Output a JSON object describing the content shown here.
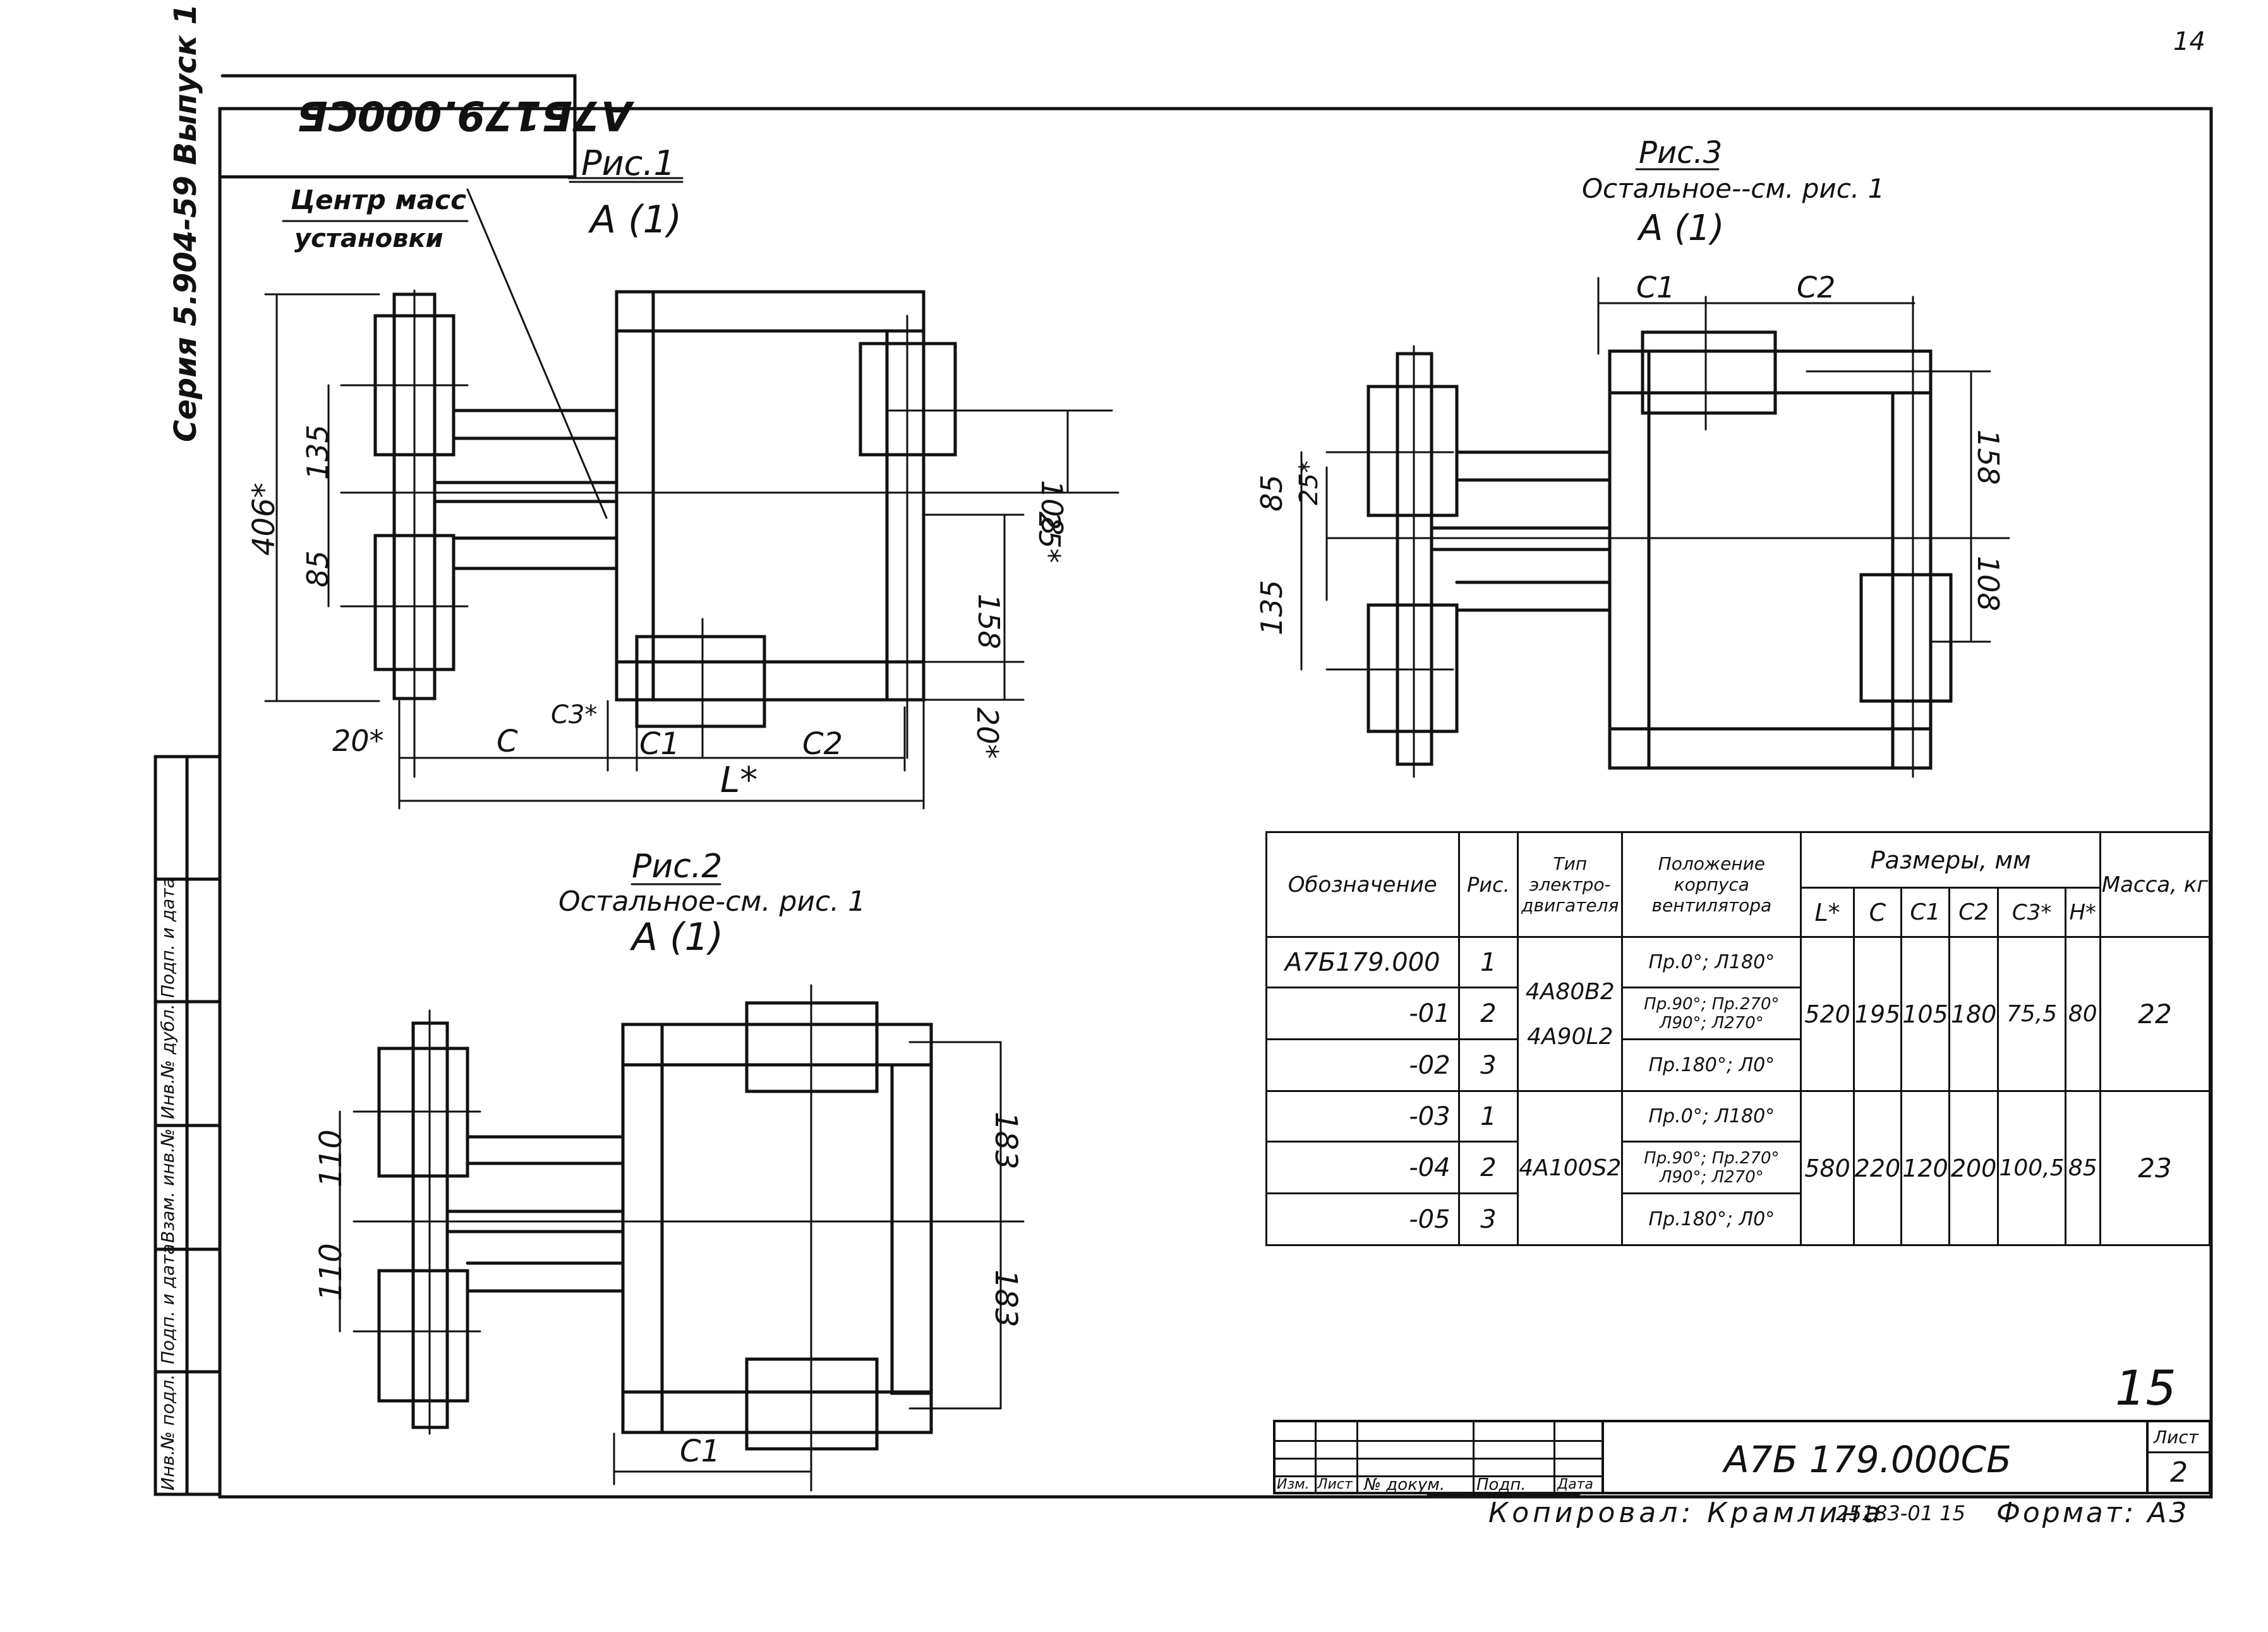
{
  "header": {
    "stamp_code": "А7Б179.000СБ",
    "series": "Серия 5.904-59 Выпуск 1",
    "corner_sheet_no": "14"
  },
  "fig1": {
    "title": "Рис.1",
    "view": "А (1)",
    "note_line1": "Центр масс",
    "note_line2": "установки",
    "dims": {
      "d406": "406*",
      "d135": "135",
      "d85": "85",
      "d108": "108",
      "d25": "25*",
      "d158": "158",
      "d20a": "20*",
      "d20b": "20*",
      "c": "C",
      "c3": "C3*",
      "c1": "C1",
      "c2": "C2",
      "l": "L*"
    }
  },
  "fig2": {
    "title": "Рис.2",
    "subtitle": "Остальное-см. рис. 1",
    "view": "А (1)",
    "dims": {
      "d110a": "110",
      "d110b": "110",
      "d183a": "183",
      "d183b": "183",
      "c1": "C1"
    }
  },
  "fig3": {
    "title": "Рис.3",
    "subtitle": "Остальное--см. рис. 1",
    "view": "А (1)",
    "dims": {
      "c1": "C1",
      "c2": "C2",
      "d85": "85",
      "d25": "25*",
      "d135": "135",
      "d158": "158",
      "d108": "108"
    }
  },
  "spec_table": {
    "headers": {
      "designation": "Обозначение",
      "fig": "Рис.",
      "motor_type": "Тип электро- двигателя",
      "position": "Положение корпуса вентилятора",
      "sizes": "Размеры, мм",
      "mass": "Масса, кг",
      "L": "L*",
      "C": "C",
      "C1": "C1",
      "C2": "C2",
      "C3": "C3*",
      "H": "H*"
    },
    "rows": [
      {
        "designation": "А7Б179.000",
        "fig": "1",
        "position": "Пр.0°; Л180°"
      },
      {
        "designation": "-01",
        "fig": "2",
        "position": "Пр.90°; Пр.270° Л90°; Л270°"
      },
      {
        "designation": "-02",
        "fig": "3",
        "position": "Пр.180°; Л0°"
      },
      {
        "designation": "-03",
        "fig": "1",
        "position": "Пр.0°; Л180°"
      },
      {
        "designation": "-04",
        "fig": "2",
        "position": "Пр.90°; Пр.270° Л90°; Л270°"
      },
      {
        "designation": "-05",
        "fig": "3",
        "position": "Пр.180°; Л0°"
      }
    ],
    "group1": {
      "motor_a": "4А80В2",
      "motor_b": "4А90L2",
      "L": "520",
      "C": "195",
      "C1": "105",
      "C2": "180",
      "C3": "75,5",
      "H": "80",
      "mass": "22"
    },
    "group2": {
      "motor": "4А100S2",
      "L": "580",
      "C": "220",
      "C1": "120",
      "C2": "200",
      "C3": "100,5",
      "H": "85",
      "mass": "23"
    }
  },
  "title_block": {
    "cols": [
      "Изм.",
      "Лист",
      "№ докум.",
      "Подп.",
      "Дата"
    ],
    "code": "А7Б 179.000СБ",
    "sheet_label": "Лист",
    "sheet_no": "2",
    "handwritten_no": "15"
  },
  "footer": {
    "copied": "Копировал: Крамлина",
    "order": "25183-01 15",
    "format": "Формат: А3"
  },
  "side_stamp": [
    "Инв.№ подл.",
    "Подп. и дата",
    "Взам. инв.№",
    "Инв.№ дубл.",
    "Подп. и дата"
  ]
}
